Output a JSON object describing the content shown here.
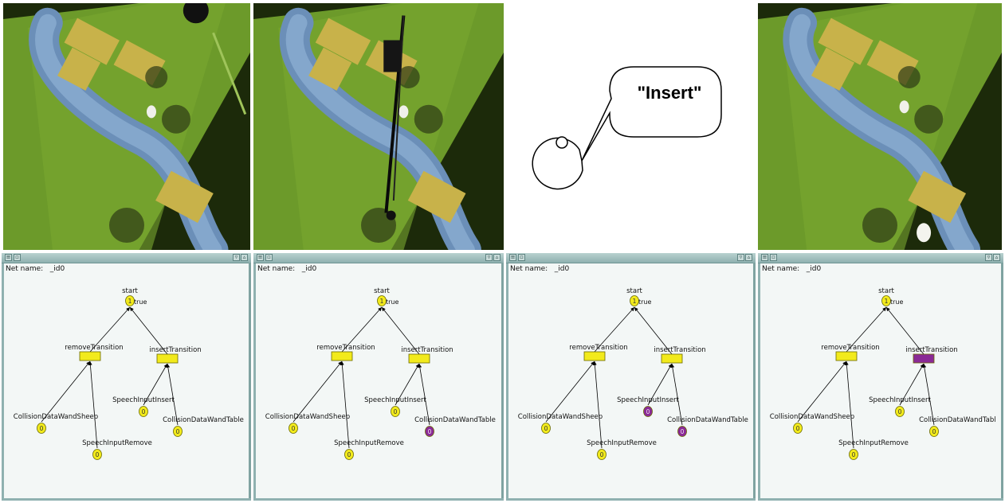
{
  "speech": {
    "text": "\"Insert\""
  },
  "windows": [
    {
      "net_name_label": "Net name:",
      "net_name_value": "_id0",
      "places": [
        {
          "label": "start",
          "token": "1",
          "marking": "true",
          "color": "#f2ea1c"
        },
        {
          "label": "SpeechInputInsert",
          "token": "0",
          "color": "#f2ea1c"
        },
        {
          "label": "CollisionDataWandTable",
          "token": "0",
          "color": "#f2ea1c"
        },
        {
          "label": "CollisionDataWandSheep",
          "token": "0",
          "color": "#f2ea1c"
        },
        {
          "label": "SpeechInputRemove",
          "token": "0",
          "color": "#f2ea1c"
        }
      ],
      "transitions": [
        {
          "label": "removeTransition",
          "color": "#f2ea1c"
        },
        {
          "label": "insertTransition",
          "color": "#f2ea1c"
        }
      ]
    },
    {
      "net_name_label": "Net name:",
      "net_name_value": "_id0",
      "places": [
        {
          "label": "start",
          "token": "1",
          "marking": "true",
          "color": "#f2ea1c"
        },
        {
          "label": "SpeechInputInsert",
          "token": "0",
          "color": "#f2ea1c"
        },
        {
          "label": "CollisionDataWandTable",
          "token": "0",
          "color": "#8a2a96"
        },
        {
          "label": "CollisionDataWandSheep",
          "token": "0",
          "color": "#f2ea1c"
        },
        {
          "label": "SpeechInputRemove",
          "token": "0",
          "color": "#f2ea1c"
        }
      ],
      "transitions": [
        {
          "label": "removeTransition",
          "color": "#f2ea1c"
        },
        {
          "label": "insertTransition",
          "color": "#f2ea1c"
        }
      ]
    },
    {
      "net_name_label": "Net name:",
      "net_name_value": "_id0",
      "places": [
        {
          "label": "start",
          "token": "1",
          "marking": "true",
          "color": "#f2ea1c"
        },
        {
          "label": "SpeechInputInsert",
          "token": "0",
          "color": "#8a2a96"
        },
        {
          "label": "CollisionDataWandTable",
          "token": "0",
          "color": "#8a2a96"
        },
        {
          "label": "CollisionDataWandSheep",
          "token": "0",
          "color": "#f2ea1c"
        },
        {
          "label": "SpeechInputRemove",
          "token": "0",
          "color": "#f2ea1c"
        }
      ],
      "transitions": [
        {
          "label": "removeTransition",
          "color": "#f2ea1c"
        },
        {
          "label": "insertTransition",
          "color": "#f2ea1c"
        }
      ]
    },
    {
      "net_name_label": "Net name:",
      "net_name_value": "_id0",
      "places": [
        {
          "label": "start",
          "token": "1",
          "marking": "true",
          "color": "#f2ea1c"
        },
        {
          "label": "SpeechInputInsert",
          "token": "0",
          "color": "#f2ea1c"
        },
        {
          "label": "CollisionDataWandTable",
          "token": "0",
          "color": "#f2ea1c"
        },
        {
          "label": "CollisionDataWandSheep",
          "token": "0",
          "color": "#f2ea1c"
        },
        {
          "label": "SpeechInputRemove",
          "token": "0",
          "color": "#f2ea1c"
        }
      ],
      "transitions": [
        {
          "label": "removeTransition",
          "color": "#f2ea1c"
        },
        {
          "label": "insertTransition",
          "color": "#8a2a96"
        }
      ]
    }
  ],
  "colors": {
    "inactive": "#f2ea1c",
    "active": "#8a2a96",
    "window_frame": "#8fb1b0"
  }
}
